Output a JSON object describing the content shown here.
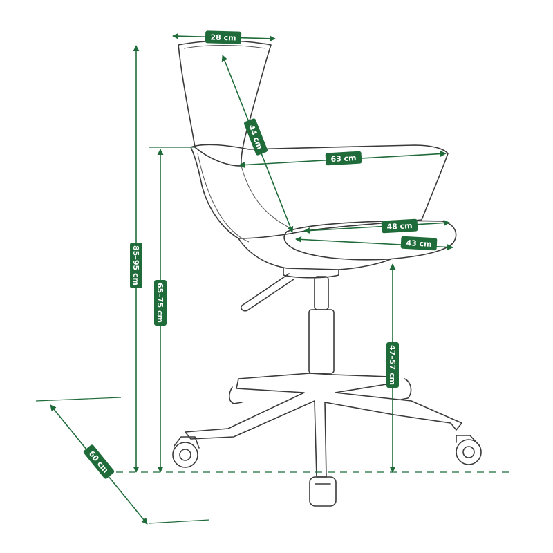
{
  "colors": {
    "accent": "#1f6b3a",
    "label_text": "#ffffff",
    "outline": "#3a3a3a"
  },
  "dimensions": {
    "backrest_width": "28 cm",
    "backrest_height": "44 cm",
    "armrest_width": "63 cm",
    "seat_width": "48 cm",
    "seat_depth": "43 cm",
    "total_height": "85–95 cm",
    "armrest_height": "65–75 cm",
    "seat_height": "47–57 cm",
    "base_depth": "60 cm"
  }
}
